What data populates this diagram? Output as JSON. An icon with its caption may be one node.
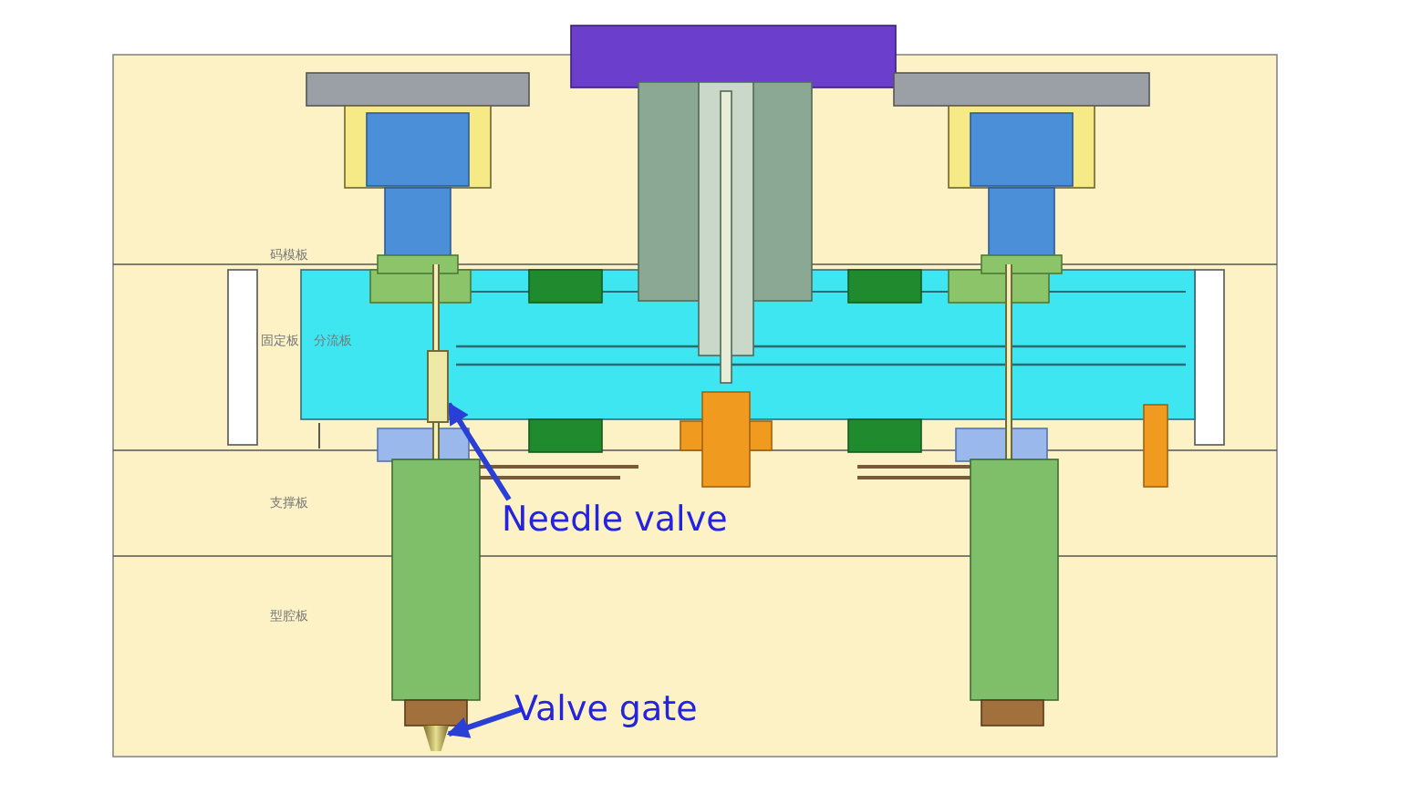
{
  "diagram": {
    "nodes": [
      {
        "text": [
          "Needle valve"
        ]
      },
      {
        "text": [],
        "shape": "box"
      },
      {
        "text": [
          "Valve gate"
        ]
      },
      {
        "text": [],
        "shape": "picture"
      }
    ],
    "edges": [
      {
        "from": 0,
        "to": 1,
        "arrow": "to"
      },
      {
        "from": 2,
        "to": 3,
        "arrow": "to"
      }
    ],
    "labels": [
      "码模板",
      "固定板",
      "分流板",
      "支撑板",
      "型腔板"
    ]
  }
}
